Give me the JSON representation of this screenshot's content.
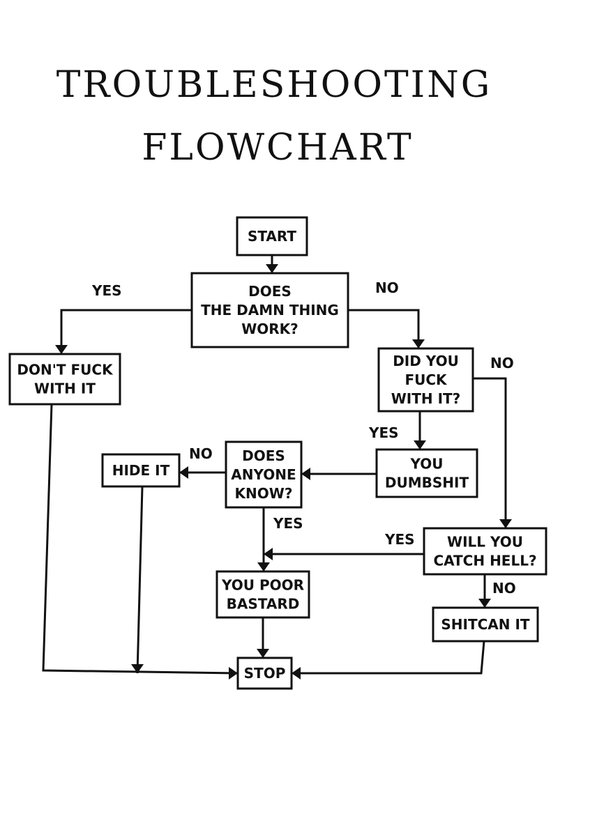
{
  "title": {
    "line1": "TROUBLESHOOTING",
    "line2": "FLOWCHART"
  },
  "nodes": {
    "start": [
      "START"
    ],
    "works": [
      "DOES",
      "THE DAMN THING",
      "WORK?"
    ],
    "dont_fuck": [
      "DON'T FUCK",
      "WITH IT"
    ],
    "did_you": [
      "DID YOU",
      "FUCK",
      "WITH IT?"
    ],
    "dumbshit": [
      "YOU",
      "DUMBSHIT"
    ],
    "anyone_know": [
      "DOES",
      "ANYONE",
      "KNOW?"
    ],
    "hide_it": [
      "HIDE IT"
    ],
    "catch_hell": [
      "WILL YOU",
      "CATCH HELL?"
    ],
    "poor_bastard": [
      "YOU POOR",
      "BASTARD"
    ],
    "shitcan": [
      "SHITCAN IT"
    ],
    "stop": [
      "STOP"
    ]
  },
  "edge_labels": {
    "works_yes": "YES",
    "works_no": "NO",
    "did_you_no": "NO",
    "did_you_yes": "YES",
    "anyone_no": "NO",
    "anyone_yes": "YES",
    "catch_yes": "YES",
    "catch_no": "NO"
  }
}
